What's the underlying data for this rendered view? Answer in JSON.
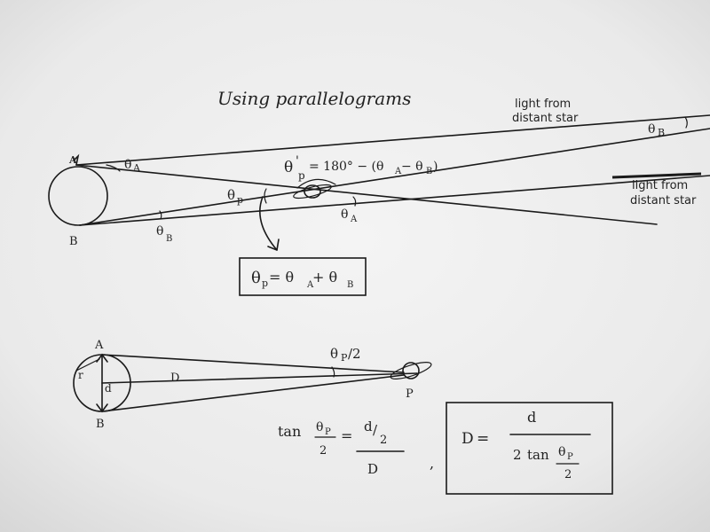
{
  "title": "Using parallelograms",
  "top_diagram": {
    "star_label_upper": [
      "light from",
      "distant star"
    ],
    "star_label_lower": [
      "light from",
      "distant star"
    ],
    "point_a": "A",
    "point_b": "B",
    "theta_a": "θ",
    "theta_a_sub": "A",
    "theta_b_left": "θ",
    "theta_b_left_sub": "B",
    "theta_b_right": "θ",
    "theta_b_right_sub": "B",
    "theta_p": "θ",
    "theta_p_sub": "p",
    "theta_a_planet": "θ",
    "theta_a_planet_sub": "A",
    "theta_p_prime_lhs": "θ",
    "theta_p_prime_sup": "'",
    "theta_p_prime_sub": "p",
    "theta_p_prime_rhs": "= 180° − (θ",
    "theta_p_prime_rhs_sub_a": "A",
    "theta_p_prime_rhs_mid": " − θ",
    "theta_p_prime_rhs_sub_b": "B",
    "theta_p_prime_rhs_end": ")",
    "boxed_eq": {
      "lhs": "θ",
      "lhs_sub": "p",
      "eq": " = θ",
      "a_sub": "A",
      "plus": " + θ",
      "b_sub": "B"
    }
  },
  "bottom_diagram": {
    "point_a": "A",
    "point_b": "B",
    "radius_label": "r",
    "diameter_label": "d",
    "distance_label": "D",
    "half_angle": "θ",
    "half_angle_sub": "P",
    "half_angle_div": "/2",
    "planet_label": "P"
  },
  "equation_tan": {
    "tan": "tan",
    "theta": "θ",
    "theta_sub": "P",
    "two": "2",
    "equals": "=",
    "d": "d",
    "slash": "/",
    "two_b": "2",
    "D": "D",
    "comma": ","
  },
  "boxed_result": {
    "lhs": "D",
    "equals": "=",
    "numerator": "d",
    "denom_two": "2",
    "denom_tan": "tan",
    "denom_theta": "θ",
    "denom_theta_sub": "P",
    "denom_half": "2"
  }
}
